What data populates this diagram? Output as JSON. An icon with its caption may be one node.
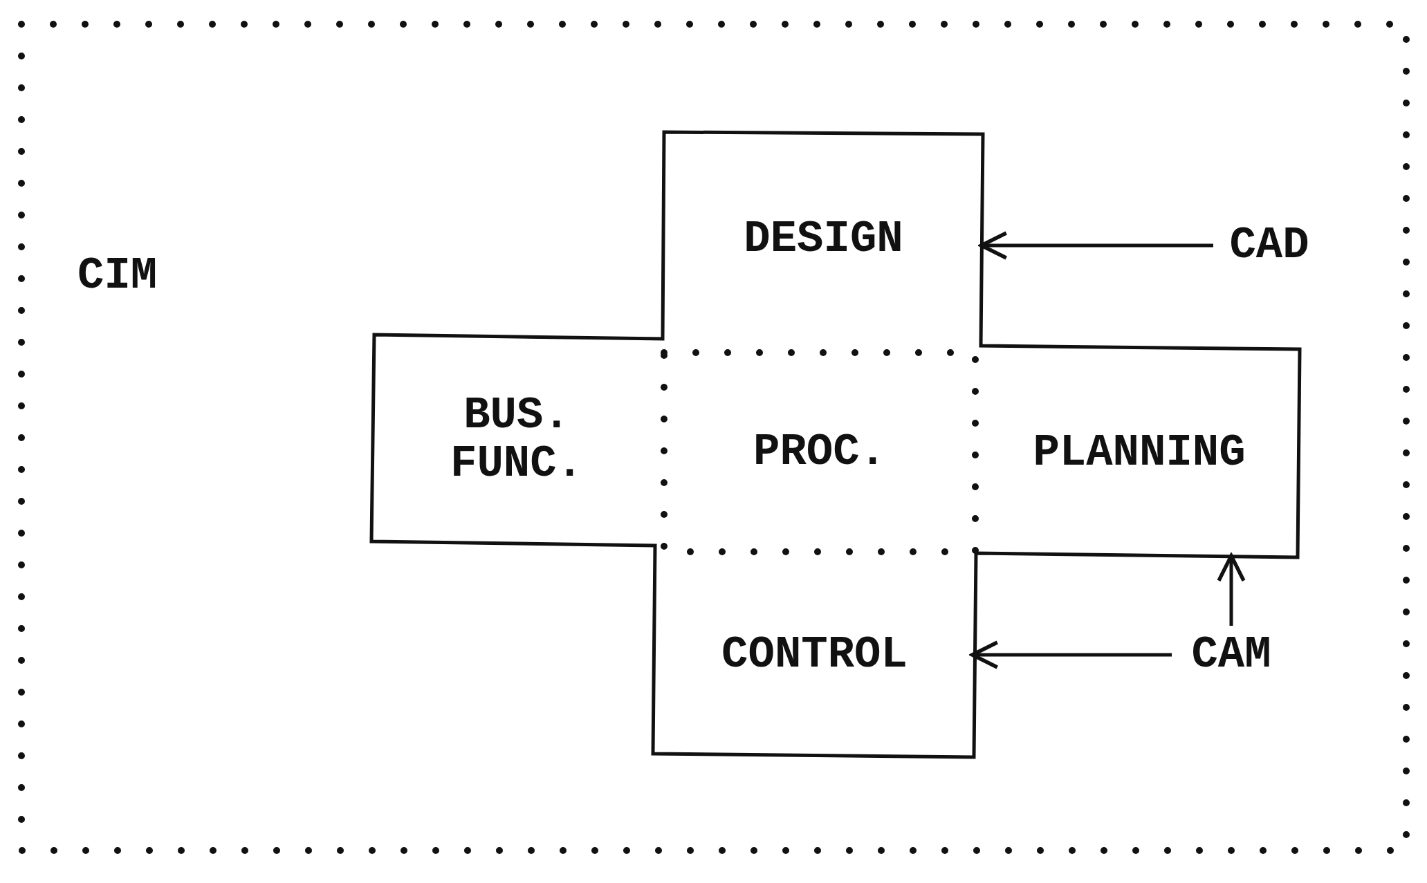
{
  "diagram": {
    "nodes": [
      {
        "text": [
          "CIM"
        ]
      },
      {
        "text": [
          "DESIGN"
        ],
        "in": 0
      },
      {
        "text": [
          "BUS. FUNC."
        ],
        "in": 0
      },
      {
        "text": [
          "PROC."
        ],
        "in": 0
      },
      {
        "text": [
          "PLANNING"
        ],
        "in": 0
      },
      {
        "text": [
          "CONTROL"
        ],
        "in": 0
      },
      {
        "text": [
          "CAD"
        ],
        "in": 0
      },
      {
        "text": [
          "CAM"
        ],
        "in": 0
      }
    ],
    "edges": [
      {
        "from": 6,
        "to": 1,
        "arrow": "to"
      },
      {
        "from": 7,
        "to": 5,
        "arrow": "to"
      },
      {
        "from": 7,
        "to": 4,
        "arrow": "to"
      }
    ]
  }
}
